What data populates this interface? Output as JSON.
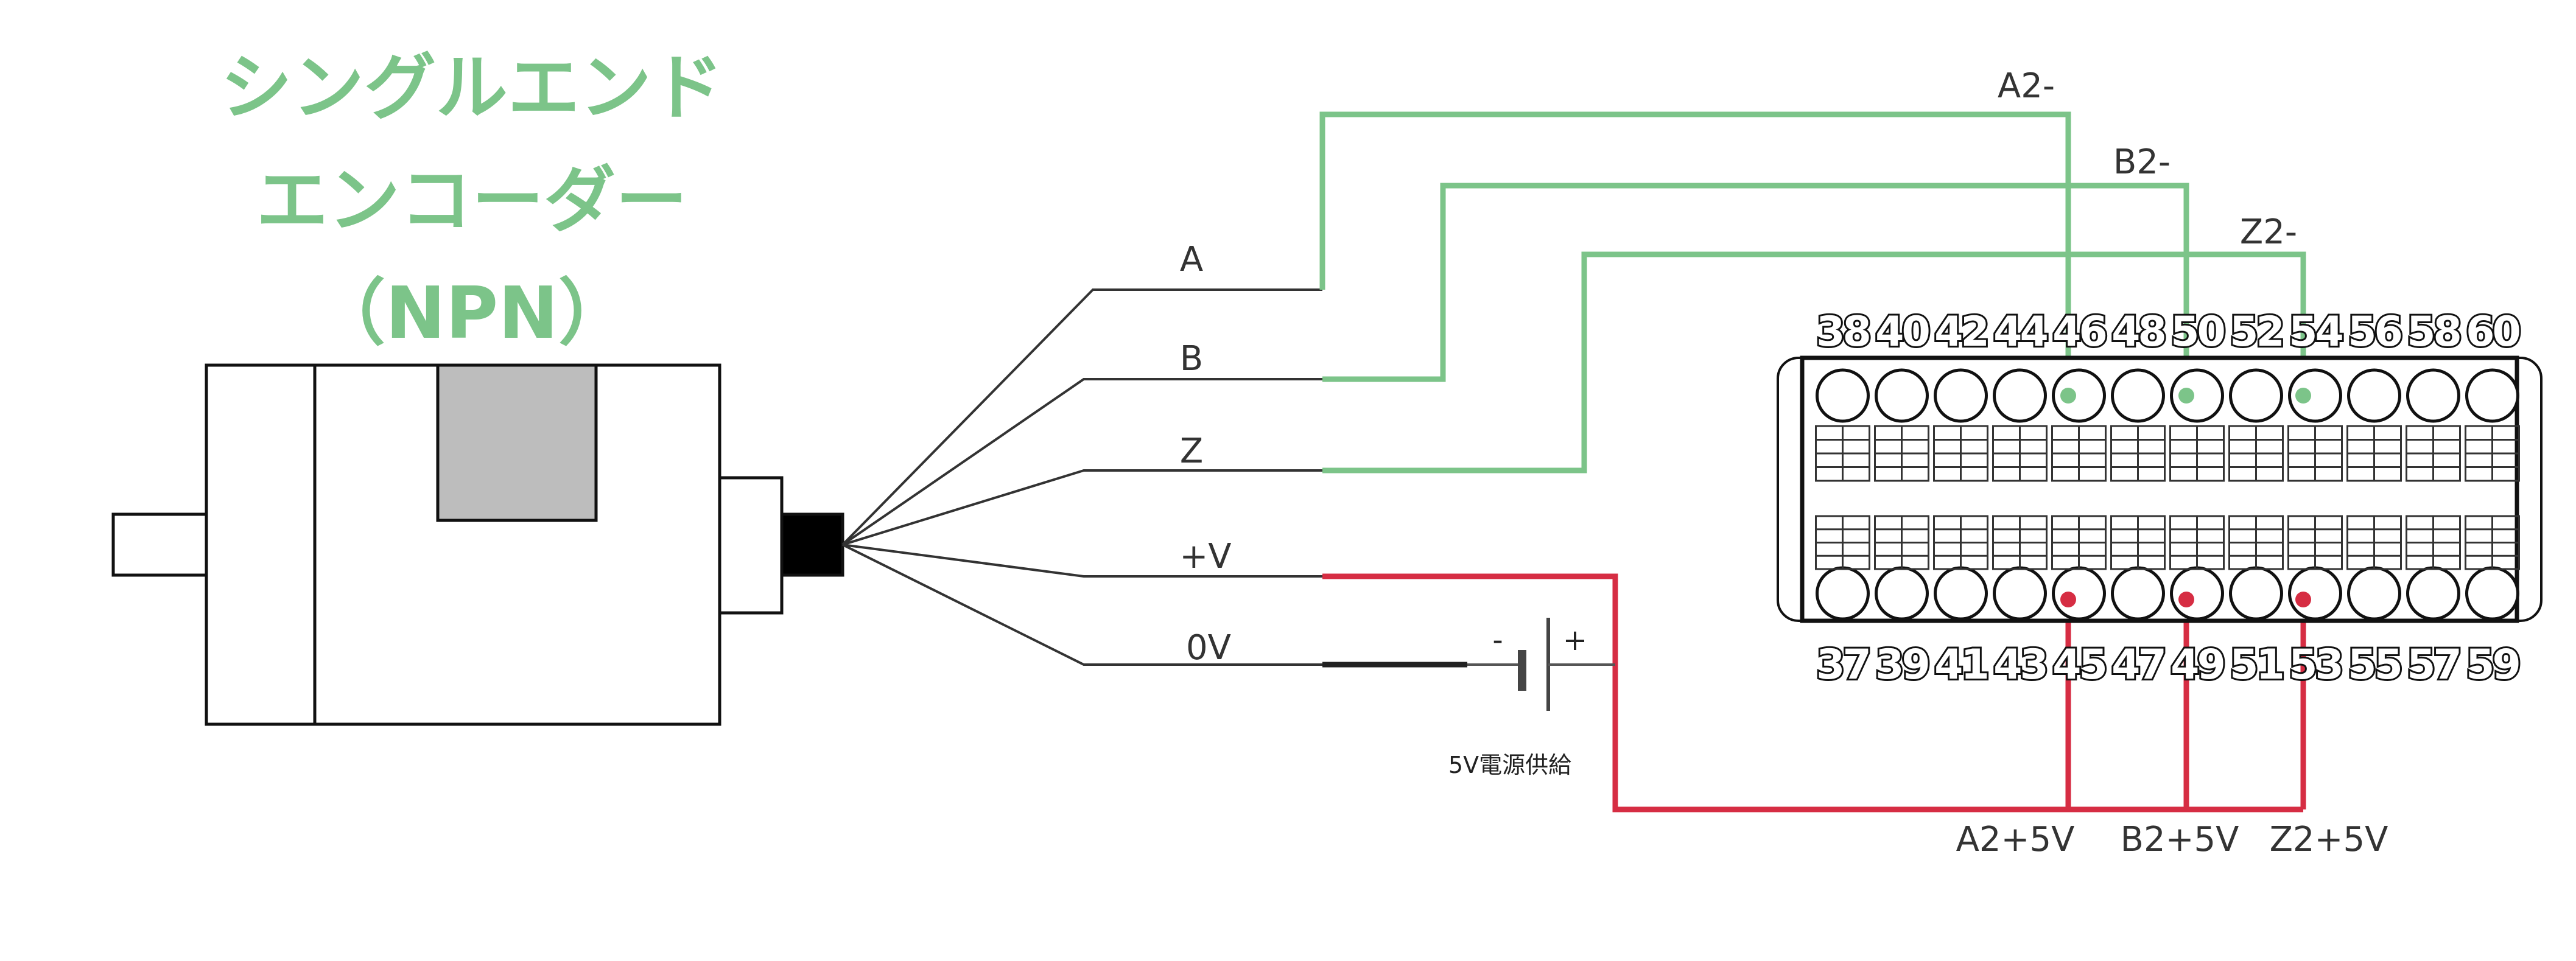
{
  "title": {
    "lines": [
      "シングルエンド",
      "エンコーダー",
      "（NPN）"
    ]
  },
  "encoder_wires": [
    {
      "label": "A",
      "color": "#7cc489",
      "terminal": "A2-",
      "pin": "46"
    },
    {
      "label": "B",
      "color": "#7cc489",
      "terminal": "B2-",
      "pin": "50"
    },
    {
      "label": "Z",
      "color": "#7cc489",
      "terminal": "Z2-",
      "pin": "54"
    },
    {
      "label": "+V",
      "color": "#d62d43"
    },
    {
      "label": "0V",
      "color": "#222222"
    }
  ],
  "power_supply": {
    "label": "5V電源供給",
    "minus": "-",
    "plus": "+"
  },
  "terminal_block": {
    "top_pins": [
      "38",
      "40",
      "42",
      "44",
      "46",
      "48",
      "50",
      "52",
      "54",
      "56",
      "58",
      "60"
    ],
    "bottom_pins": [
      "37",
      "39",
      "41",
      "43",
      "45",
      "47",
      "49",
      "51",
      "53",
      "55",
      "57",
      "59"
    ]
  },
  "supply_terminals": [
    {
      "label": "A2+5V",
      "pin": "45"
    },
    {
      "label": "B2+5V",
      "pin": "49"
    },
    {
      "label": "Z2+5V",
      "pin": "53"
    }
  ],
  "colors": {
    "green_wire": "#7cc489",
    "red_wire": "#d62d43",
    "black_wire": "#222222",
    "connector": "#000000",
    "encoder_window": "#bdbdbd"
  }
}
